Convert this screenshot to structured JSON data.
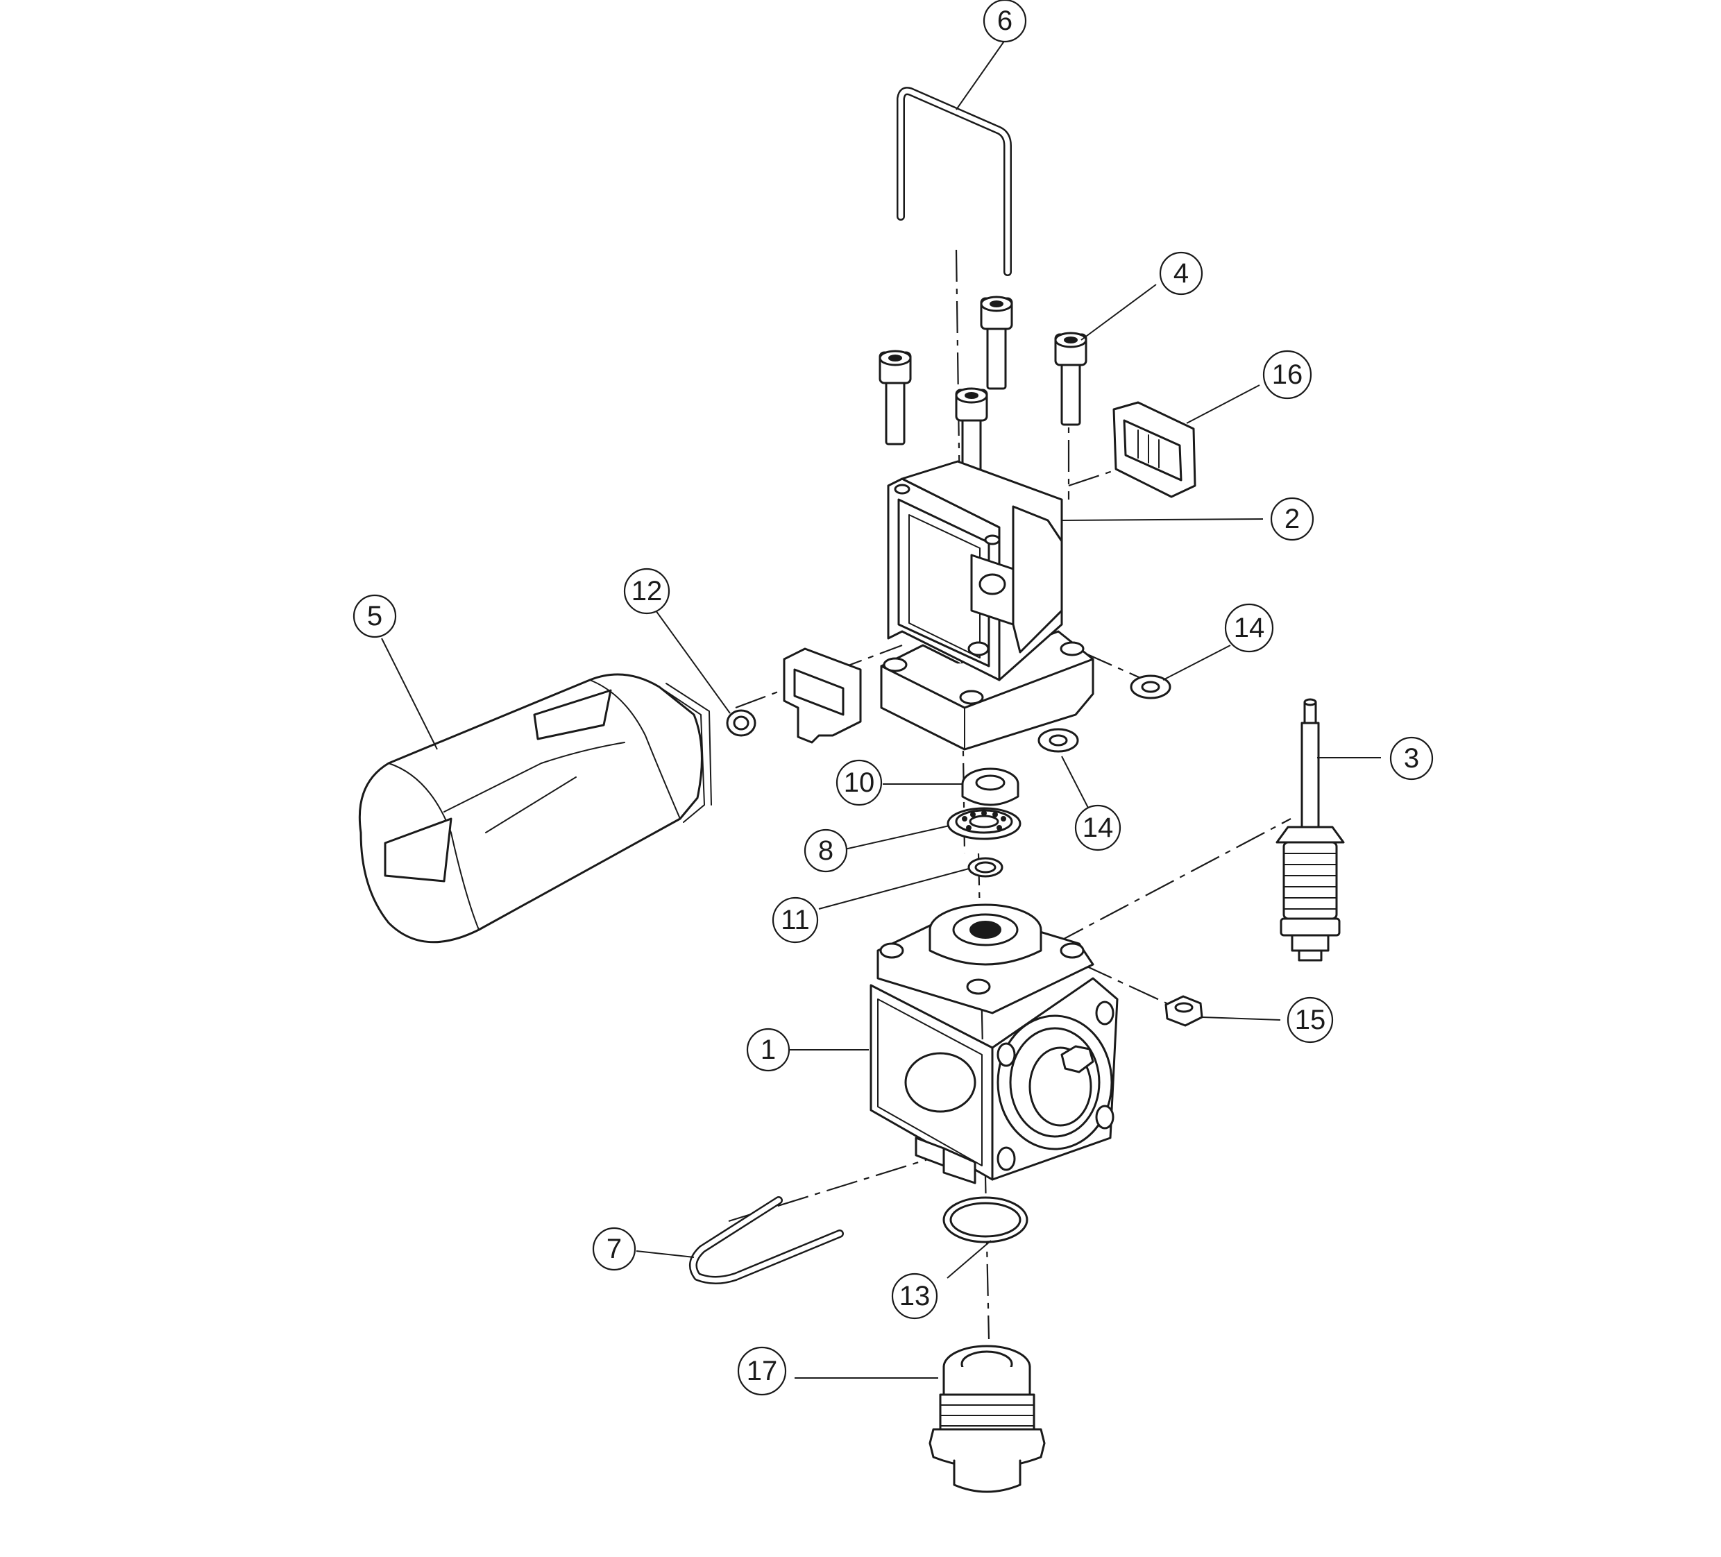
{
  "callouts": [
    {
      "id": "1",
      "label": "1"
    },
    {
      "id": "2",
      "label": "2"
    },
    {
      "id": "3",
      "label": "3"
    },
    {
      "id": "4",
      "label": "4"
    },
    {
      "id": "5",
      "label": "5"
    },
    {
      "id": "6",
      "label": "6"
    },
    {
      "id": "7",
      "label": "7"
    },
    {
      "id": "8",
      "label": "8"
    },
    {
      "id": "10",
      "label": "10"
    },
    {
      "id": "11",
      "label": "11"
    },
    {
      "id": "12",
      "label": "12"
    },
    {
      "id": "13",
      "label": "13"
    },
    {
      "id": "14a",
      "label": "14"
    },
    {
      "id": "14b",
      "label": "14"
    },
    {
      "id": "15",
      "label": "15"
    },
    {
      "id": "16",
      "label": "16"
    },
    {
      "id": "17",
      "label": "17"
    }
  ],
  "colors": {
    "line": "#1a1a1a",
    "background": "#ffffff"
  }
}
